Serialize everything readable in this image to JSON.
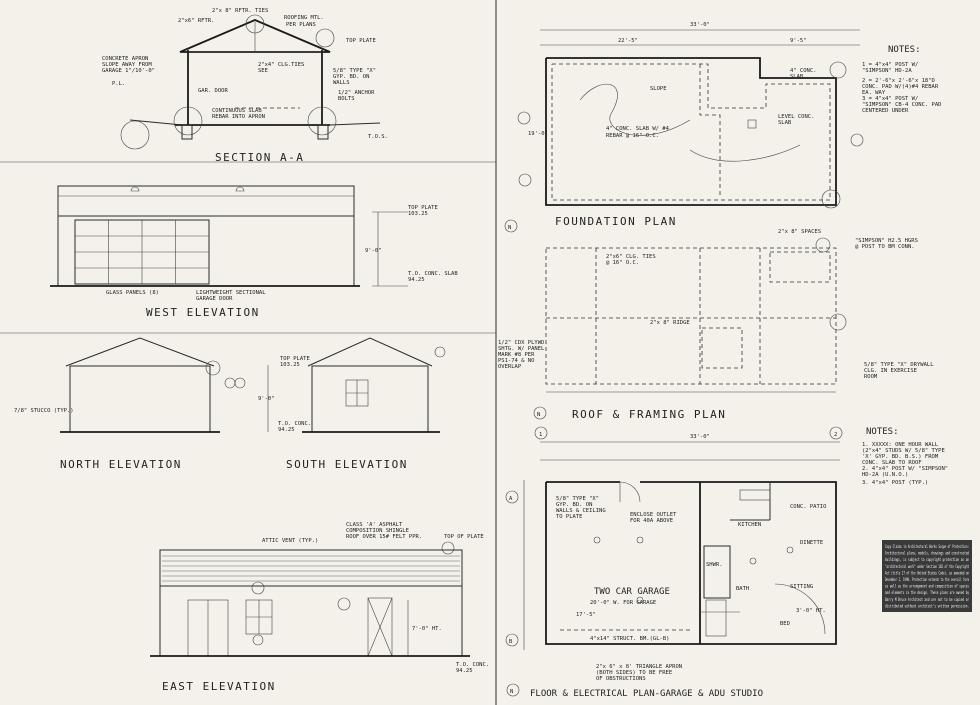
{
  "section_aa": {
    "title": "SECTION A-A",
    "labels": [
      "2\"x 8\" RFTR. TIES",
      "2\"x6\" RFTR.",
      "ROOFING MTL.",
      "PER PLANS",
      "TOP PLATE",
      "CONCRETE APRON",
      "SLOPE AWAY FROM",
      "GARAGE 1\"/10'-0\"",
      "P.L.",
      "2\"x4\" CLG.TIES",
      "SEE",
      "5/8\" TYPE \"X\"",
      "GYP. BD. ON",
      "WALLS",
      "1/2\" ANCHOR",
      "BOLTS",
      "GAR. DOOR",
      "CONTINUOUS SLAB",
      "REBAR INTO APRON",
      "T.O.S."
    ]
  },
  "west_elevation": {
    "title": "WEST ELEVATION",
    "labels": [
      "TOP PLATE",
      "103.25",
      "T.O. CONC. SLAB",
      "94.25",
      "GLASS PANELS (8)",
      "LIGHTWEIGHT SECTIONAL",
      "GARAGE DOOR",
      "9'-0\""
    ]
  },
  "north_elevation": {
    "title": "NORTH ELEVATION",
    "labels": [
      "7/8\" STUCCO (TYP.)"
    ]
  },
  "south_elevation": {
    "title": "SOUTH ELEVATION",
    "labels": [
      "TOP PLATE",
      "103.25",
      "T.O. CONC.",
      "94.25",
      "9'-0\""
    ]
  },
  "east_elevation": {
    "title": "EAST ELEVATION",
    "labels": [
      "CLASS 'A' ASPHALT",
      "COMPOSITION SHINGLE",
      "ROOF OVER 15# FELT PPR.",
      "ATTIC VENT (TYP.)",
      "TOP OF PLATE",
      "T.O. CONC.",
      "94.25",
      "7'-0\" HT."
    ]
  },
  "foundation_plan": {
    "title": "FOUNDATION PLAN",
    "labels": [
      "33'-0\"",
      "22'-5\"",
      "9'-5\"",
      "19'-0\"",
      "4\" CONC. SLAB W/ #4",
      "REBAR @ 16\" O.C.",
      "LEVEL CONC.",
      "SLAB",
      "SLOPE",
      "4\" CONC.",
      "SLAB"
    ]
  },
  "roof_framing_plan": {
    "title": "ROOF & FRAMING PLAN",
    "labels": [
      "2\"x6\" CLG. TIES",
      "@ 16\" O.C.",
      "2\"x 8\" RIDGE",
      "1/2\" CDX PLYWD.",
      "SHTG. W/ PANEL",
      "MARK #8 PER",
      "PS1-74 & NO",
      "OVERLAP",
      "2\"x 8\" SPACES",
      "\"SIMPSON\" H2.5 HGRS",
      "@ POST TO BM CONN.",
      "5/8\" TYPE \"X\" DRYWALL",
      "CLG. IN EXERCISE",
      "ROOM"
    ]
  },
  "floor_plan": {
    "title": "FLOOR & ELECTRICAL PLAN-GARAGE & ADU STUDIO",
    "labels": [
      "33'-0\"",
      "5/8\" TYPE \"X\"",
      "GYP. BD. ON",
      "WALLS & CEILING",
      "TO PLATE",
      "ENCLOSE OUTLET",
      "FOR 40A ABOVE",
      "TWO CAR GARAGE",
      "20'-0\" W. FOR GARAGE",
      "17'-5\"",
      "4\"x14\" STRUCT. BM.(GL-B)",
      "2\"x 6\" x 8' TRIANGLE APRON",
      "(BOTH SIDES) TO BE FREE",
      "OF OBSTRUCTIONS",
      "KITCHEN",
      "DINETTE",
      "SITTING",
      "BED",
      "BATH",
      "CONC. PATIO",
      "3'-0\" HT.",
      "SHWR."
    ]
  },
  "notes_top": {
    "heading": "NOTES:",
    "items": [
      "1 = 4\"x4\" POST W/ \"SIMPSON\" HD-2A",
      "2 = 2'-6\"x 2'-6\"x 18\"D CONC. PAD W/(4)#4 REBAR EA. WAY",
      "3 = 4\"x4\" POST W/ \"SIMPSON\" CB-4 CONC. PAD CENTERED UNDER"
    ]
  },
  "notes_bottom": {
    "heading": "NOTES:",
    "items": [
      "1. XXXXX: ONE HOUR WALL (2\"x4\" STUDS W/ 5/8\" TYPE 'X' GYP. BD. B.S.) FROM CONC. SLAB TO ROOF",
      "2. 4\"x4\" POST W/ \"SIMPSON\" HD-2A (U.N.O.)",
      "3. 4\"x4\" POST (TYP.)"
    ]
  },
  "copyright": {
    "lines": [
      "Copy Claims in Architectural Works Scope of Protection:",
      "Architectural plans, models, drawings and constructed",
      "buildings, is subject to copyright protection as an",
      "\"architectural work\" under Section 102 of the Copyright",
      "Act (title 17 of the United States Code), as amended on",
      "December 1, 1990. Protection extends to the overall form",
      "as well as the arrangement and composition of spaces",
      "and elements in the design. These plans are owned by",
      "Barry M Bruce Architect and are not to be copied or",
      "distributed without architect's written permission."
    ]
  },
  "colors": {
    "paper": "#f3f1ea",
    "ink": "#222222",
    "copyright_box": "#3a3a3a"
  }
}
